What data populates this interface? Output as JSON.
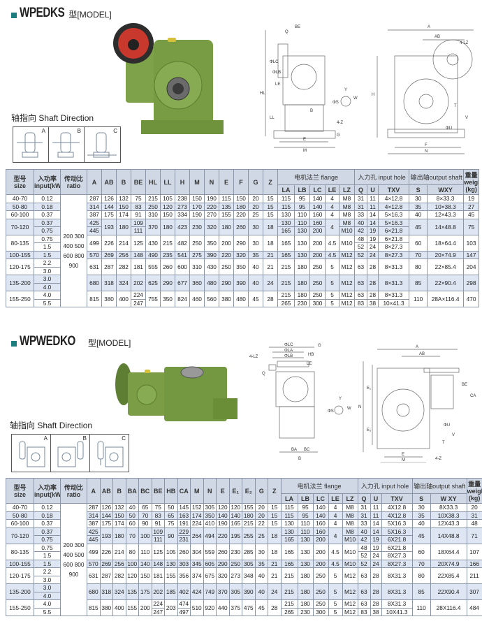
{
  "section1": {
    "model": "WPEDKS",
    "model_suffix": "型[MODEL]",
    "shaft_title": "轴指向  Shaft Direction",
    "shaft_options": [
      "A",
      "B",
      "C"
    ],
    "diagram_labels": {
      "BE": "BE",
      "Q": "Q",
      "LC": "ΦLC",
      "LB": "ΦLB",
      "LE": "LE",
      "HL": "HL",
      "LL": "LL",
      "B": "B",
      "Z": "4-Z",
      "G": "G",
      "E": "E",
      "M": "M",
      "Y": "Y",
      "S": "ΦS",
      "W": "W",
      "A": "A",
      "AB": "AB",
      "LZ": "4-LZ",
      "H": "H",
      "T": "T",
      "V": "V",
      "U": "ΦU",
      "F": "F",
      "N": "N"
    },
    "table": {
      "head": {
        "size": [
          "型号",
          "size"
        ],
        "input": [
          "入功率",
          "input(kW)"
        ],
        "ratio": [
          "传动比",
          "ratio"
        ],
        "flange": "电机法兰  flange",
        "input_hole": "入力孔 input hole",
        "output_shaft": "输出轴output shaft",
        "weight": [
          "重量",
          "weight",
          "(kg)"
        ]
      },
      "dim_cols": [
        "A",
        "AB",
        "B",
        "BE",
        "HL",
        "LL",
        "H",
        "M",
        "N",
        "E",
        "F",
        "G",
        "Z"
      ],
      "flange_cols": [
        "LA",
        "LB",
        "LC",
        "LE",
        "LZ"
      ],
      "hole_cols": [
        "Q",
        "U",
        "TXV"
      ],
      "shaft_cols": [
        "S",
        "WXY"
      ],
      "ratio": "200 300 400 500 600 800 900",
      "groups": [
        {
          "size": "40-70",
          "n": 1,
          "cells": [
            "0.12",
            "287",
            "126",
            "132",
            "75",
            "215",
            "105",
            "238",
            "150",
            "190",
            "115",
            "150",
            "20",
            "15",
            "115",
            "95",
            "140",
            "4",
            "M8",
            "31",
            "11",
            "4×12.8",
            "30",
            "8×33.3",
            "19"
          ]
        },
        {
          "size": "50-80",
          "n": 1,
          "cells": [
            "0.18",
            "314",
            "144",
            "150",
            "83",
            "250",
            "120",
            "273",
            "170",
            "220",
            "135",
            "180",
            "20",
            "15",
            "115",
            "95",
            "140",
            "4",
            "M8",
            "31",
            "11",
            "4×12.8",
            "35",
            "10×38.3",
            "27"
          ]
        },
        {
          "size": "60-100",
          "n": 1,
          "cells": [
            "0.37",
            "387",
            "175",
            "174",
            "91",
            "310",
            "150",
            "334",
            "190",
            "270",
            "155",
            "220",
            "25",
            "15",
            "130",
            "110",
            "160",
            "4",
            "M8",
            "33",
            "14",
            "5×16.3",
            "40",
            "12×43.3",
            "45"
          ]
        },
        {
          "size": "70-120",
          "n": 2,
          "cells": [
            [
              "0.37",
              "0.75"
            ],
            [
              "425",
              "445"
            ],
            "193",
            "180",
            [
              "109",
              "111"
            ],
            "370",
            "180",
            "423",
            "230",
            "320",
            "180",
            "260",
            "30",
            "18",
            [
              "130",
              "165"
            ],
            [
              "110",
              "130"
            ],
            [
              "160",
              "200"
            ],
            "4",
            [
              "M8",
              "M10"
            ],
            [
              "40",
              "42"
            ],
            [
              "14",
              "19"
            ],
            [
              "5×16.3",
              "6×21.8"
            ],
            "45",
            "14×48.8",
            "75"
          ]
        },
        {
          "size": "80-135",
          "n": 2,
          "cells": [
            [
              "0.75",
              "1.5"
            ],
            "499",
            "226",
            "214",
            "125",
            "430",
            "215",
            "482",
            "250",
            "350",
            "200",
            "290",
            "30",
            "18",
            "165",
            "130",
            "200",
            "4.5",
            "M10",
            [
              "48",
              "52"
            ],
            [
              "19",
              "24"
            ],
            [
              "6×21.8",
              "8×27.3"
            ],
            "60",
            "18×64.4",
            "103"
          ]
        },
        {
          "size": "100-155",
          "n": 1,
          "cells": [
            "1.5",
            "570",
            "269",
            "256",
            "148",
            "490",
            "235",
            "541",
            "275",
            "390",
            "220",
            "320",
            "35",
            "21",
            "165",
            "130",
            "200",
            "4.5",
            "M12",
            "52",
            "24",
            "8×27.3",
            "70",
            "20×74.9",
            "147"
          ]
        },
        {
          "size": "120-175",
          "n": 2,
          "cells": [
            [
              "2.2",
              "3.0"
            ],
            "631",
            "287",
            "282",
            "181",
            "555",
            "260",
            "600",
            "310",
            "430",
            "250",
            "350",
            "40",
            "21",
            "215",
            "180",
            "250",
            "5",
            "M12",
            "63",
            "28",
            "8×31.3",
            "80",
            "22×85.4",
            "204"
          ]
        },
        {
          "size": "135-200",
          "n": 2,
          "cells": [
            [
              "3.0",
              "4.0"
            ],
            "680",
            "318",
            "324",
            "202",
            "625",
            "290",
            "677",
            "360",
            "480",
            "290",
            "390",
            "40",
            "24",
            "215",
            "180",
            "250",
            "5",
            "M12",
            "63",
            "28",
            "8×31.3",
            "85",
            "22×90.4",
            "298"
          ]
        },
        {
          "size": "155-250",
          "n": 2,
          "cells": [
            [
              "4.0",
              "5.5"
            ],
            "815",
            "380",
            "400",
            [
              "224",
              "247"
            ],
            "755",
            "350",
            "824",
            "460",
            "560",
            "380",
            "480",
            "45",
            "28",
            [
              "215",
              "265"
            ],
            [
              "180",
              "230"
            ],
            [
              "250",
              "300"
            ],
            [
              "5",
              "5"
            ],
            [
              "M12",
              "M12"
            ],
            [
              "63",
              "83"
            ],
            [
              "28",
              "38"
            ],
            [
              "8×31.3",
              "10×41.3"
            ],
            "110",
            "28A×116.4",
            "470"
          ]
        }
      ]
    }
  },
  "section2": {
    "model": "WPWEDKO",
    "model_suffix": "型[MODEL]",
    "shaft_title": "轴指向  Shaft Direction",
    "shaft_options": [
      "A",
      "B",
      "C"
    ],
    "diagram_labels": {
      "LZ": "4-LZ",
      "LC": "ΦLC",
      "LA": "ΦLA",
      "LB": "ΦLB",
      "HB": "HB",
      "G": "G",
      "LE": "LE",
      "Q": "Q",
      "BA": "BA",
      "BC": "BC",
      "B": "B",
      "Y": "Y",
      "S": "ΦS",
      "W": "W",
      "N": "N",
      "A": "A",
      "AB": "AB",
      "BE": "BE",
      "CA": "CA",
      "E1": "E₁",
      "E2": "E₂",
      "U": "ΦU",
      "V": "V",
      "T": "T",
      "E": "E",
      "M": "M",
      "Z": "4-Z"
    },
    "table": {
      "head": {
        "size": [
          "型号",
          "size"
        ],
        "input": [
          "入功率",
          "input(kW)"
        ],
        "ratio": [
          "传动比",
          "ratio"
        ],
        "flange": "电机法兰  flange",
        "input_hole": "入力孔 input hole",
        "output_shaft": "输出轴output shaft",
        "weight": [
          "重量",
          "weight",
          "(kg)"
        ]
      },
      "dim_cols": [
        "A",
        "AB",
        "B",
        "BA",
        "BC",
        "BE",
        "HB",
        "CA",
        "M",
        "N",
        "E",
        "E₁",
        "E₂",
        "G",
        "Z"
      ],
      "flange_cols": [
        "LA",
        "LB",
        "LC",
        "LE",
        "LZ"
      ],
      "hole_cols": [
        "Q",
        "U",
        "TXV"
      ],
      "shaft_cols": [
        "S",
        "W XY"
      ],
      "ratio": "200 300 400 500 600 800 900",
      "groups": [
        {
          "size": "40-70",
          "n": 1,
          "cells": [
            "0.12",
            "287",
            "126",
            "132",
            "40",
            "65",
            "75",
            "50",
            "145",
            "152",
            "305",
            "120",
            "120",
            "155",
            "20",
            "15",
            "115",
            "95",
            "140",
            "4",
            "M8",
            "31",
            "11",
            "4X12.8",
            "30",
            "8X33.3",
            "20"
          ]
        },
        {
          "size": "50-80",
          "n": 1,
          "cells": [
            "0.18",
            "314",
            "144",
            "150",
            "50",
            "70",
            "83",
            "65",
            "163",
            "174",
            "350",
            "140",
            "140",
            "180",
            "20",
            "15",
            "115",
            "95",
            "140",
            "4",
            "M8",
            "31",
            "11",
            "4X12.8",
            "35",
            "10X38.3",
            "31"
          ]
        },
        {
          "size": "60-100",
          "n": 1,
          "cells": [
            "0.37",
            "387",
            "175",
            "174",
            "60",
            "90",
            "91",
            "75",
            "191",
            "224",
            "410",
            "190",
            "165",
            "215",
            "22",
            "15",
            "130",
            "110",
            "160",
            "4",
            "M8",
            "33",
            "14",
            "5X16.3",
            "40",
            "12X43.3",
            "48"
          ]
        },
        {
          "size": "70-120",
          "n": 2,
          "cells": [
            [
              "0.37",
              "0.75"
            ],
            [
              "425",
              "445"
            ],
            "193",
            "180",
            "70",
            "100",
            [
              "109",
              "111"
            ],
            "90",
            [
              "229",
              "231"
            ],
            "264",
            "494",
            "220",
            "195",
            "255",
            "25",
            "18",
            [
              "130",
              "165"
            ],
            [
              "110",
              "130"
            ],
            [
              "160",
              "200"
            ],
            "4",
            [
              "M8",
              "M10"
            ],
            [
              "40",
              "42"
            ],
            [
              "14",
              "19"
            ],
            [
              "5X16.3",
              "6X21.8"
            ],
            "45",
            "14X48.8",
            "71"
          ]
        },
        {
          "size": "80-135",
          "n": 2,
          "cells": [
            [
              "0.75",
              "1.5"
            ],
            "499",
            "226",
            "214",
            "80",
            "110",
            "125",
            "105",
            "260",
            "304",
            "559",
            "260",
            "230",
            "285",
            "30",
            "18",
            "165",
            "130",
            "200",
            "4.5",
            "M10",
            [
              "48",
              "52"
            ],
            [
              "19",
              "24"
            ],
            [
              "6X21.8",
              "8X27.3"
            ],
            "60",
            "18X64.4",
            "107"
          ]
        },
        {
          "size": "100-155",
          "n": 1,
          "cells": [
            "1.5",
            "570",
            "269",
            "256",
            "100",
            "140",
            "148",
            "130",
            "303",
            "345",
            "605",
            "290",
            "250",
            "305",
            "35",
            "21",
            "165",
            "130",
            "200",
            "4.5",
            "M10",
            "52",
            "24",
            "8X27.3",
            "70",
            "20X74.9",
            "166"
          ]
        },
        {
          "size": "120-175",
          "n": 2,
          "cells": [
            [
              "2.2",
              "3.0"
            ],
            "631",
            "287",
            "282",
            "120",
            "150",
            "181",
            "155",
            "356",
            "374",
            "675",
            "320",
            "273",
            "348",
            "40",
            "21",
            "215",
            "180",
            "250",
            "5",
            "M12",
            "63",
            "28",
            "8X31.3",
            "80",
            "22X85.4",
            "211"
          ]
        },
        {
          "size": "135-200",
          "n": 2,
          "cells": [
            [
              "3.0",
              "4.0"
            ],
            "680",
            "318",
            "324",
            "135",
            "175",
            "202",
            "185",
            "402",
            "424",
            "749",
            "370",
            "305",
            "390",
            "40",
            "24",
            "215",
            "180",
            "250",
            "5",
            "M12",
            "63",
            "28",
            "8X31.3",
            "85",
            "22X90.4",
            "307"
          ]
        },
        {
          "size": "155-250",
          "n": 2,
          "cells": [
            [
              "4.0",
              "5.5"
            ],
            "815",
            "380",
            "400",
            "155",
            "200",
            [
              "224",
              "247"
            ],
            "203",
            [
              "474",
              "497"
            ],
            "510",
            "920",
            "440",
            "375",
            "475",
            "45",
            "28",
            [
              "215",
              "265"
            ],
            [
              "180",
              "230"
            ],
            [
              "250",
              "300"
            ],
            [
              "5",
              "5"
            ],
            [
              "M12",
              "M12"
            ],
            [
              "63",
              "83"
            ],
            [
              "28",
              "38"
            ],
            [
              "8X31.3",
              "10X41.3"
            ],
            "110",
            "28X116.4",
            "484"
          ]
        }
      ]
    }
  },
  "colors": {
    "accent": "#1d7e80",
    "gearbox_green": "#6f9a3c",
    "header_bg": "#cfd8e4",
    "row_alt": "#dde6f2"
  }
}
